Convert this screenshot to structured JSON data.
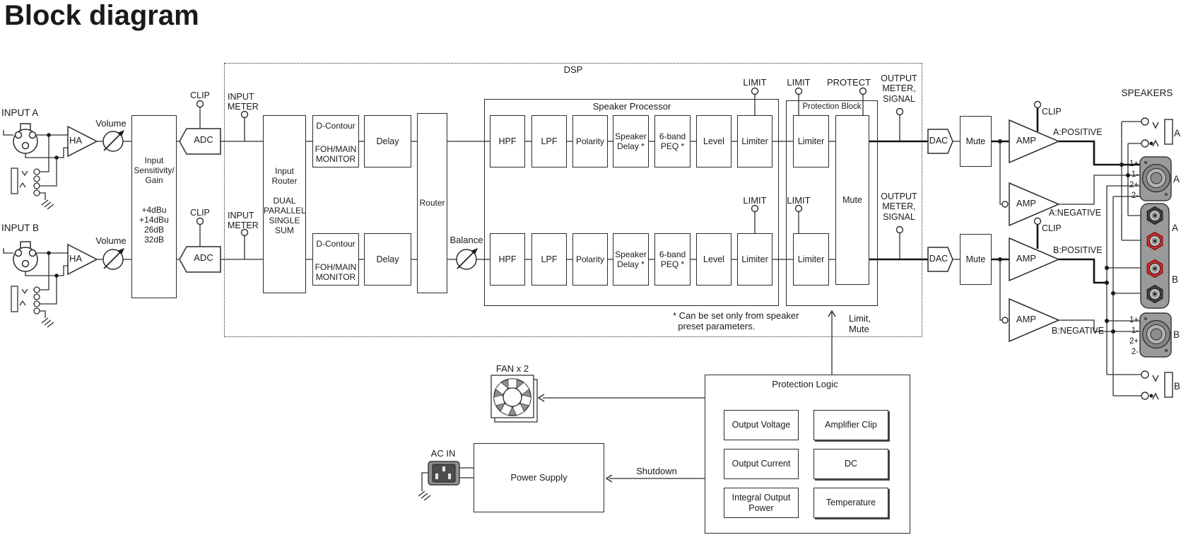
{
  "title": "Block diagram",
  "input_stage": {
    "input_a": "INPUT A",
    "input_b": "INPUT B",
    "ha": "HA",
    "volume": "Volume",
    "sensitivity": {
      "heading": "Input\nSensitivity/\nGain",
      "values": "+4dBu\n+14dBu\n26dB\n32dB"
    },
    "adc": "ADC",
    "clip": "CLIP",
    "input_meter": "INPUT\nMETER"
  },
  "dsp": {
    "label": "DSP",
    "input_router": {
      "title": "Input\nRouter",
      "modes": "DUAL\nPARALLEL\nSINGLE\nSUM"
    },
    "d_contour": {
      "title": "D-Contour",
      "modes": "FOH/MAIN\nMONITOR"
    },
    "delay": "Delay",
    "router": "Router",
    "balance": "Balance",
    "speaker_processor": {
      "label": "Speaker Processor",
      "hpf": "HPF",
      "lpf": "LPF",
      "polarity": "Polarity",
      "speaker_delay": "Speaker\nDelay *",
      "peq": "6-band\nPEQ *",
      "level": "Level",
      "limiter": "Limiter"
    },
    "protection_block": {
      "label": "Protection Block",
      "limiter": "Limiter",
      "mute": "Mute"
    },
    "limit": "LIMIT",
    "protect": "PROTECT",
    "output_meter": "OUTPUT\nMETER,\nSIGNAL",
    "footnote": "* Can be set only from speaker\n  preset parameters."
  },
  "output_stage": {
    "dac": "DAC",
    "mute": "Mute",
    "amp": "AMP",
    "clip": "CLIP",
    "a_positive": "A:POSITIVE",
    "a_negative": "A:NEGATIVE",
    "b_positive": "B:POSITIVE",
    "b_negative": "B:NEGATIVE"
  },
  "speakers": {
    "label": "SPEAKERS",
    "terminals": {
      "t1p": "1+",
      "t1n": "1-",
      "t2p": "2+",
      "t2n": "2-"
    },
    "jack_a": "A",
    "speakon_a": "A",
    "binding_a": "A",
    "binding_b": "B",
    "speakon_b": "B",
    "jack_b": "B"
  },
  "power": {
    "fan": "FAN x 2",
    "ac_in": "AC IN",
    "power_supply": "Power Supply",
    "shutdown": "Shutdown",
    "limit_mute": "Limit,\nMute",
    "protection_logic": {
      "label": "Protection Logic",
      "items": [
        "Output Voltage",
        "Amplifier Clip",
        "Output Current",
        "DC",
        "Integral Output\nPower",
        "Temperature"
      ]
    }
  }
}
